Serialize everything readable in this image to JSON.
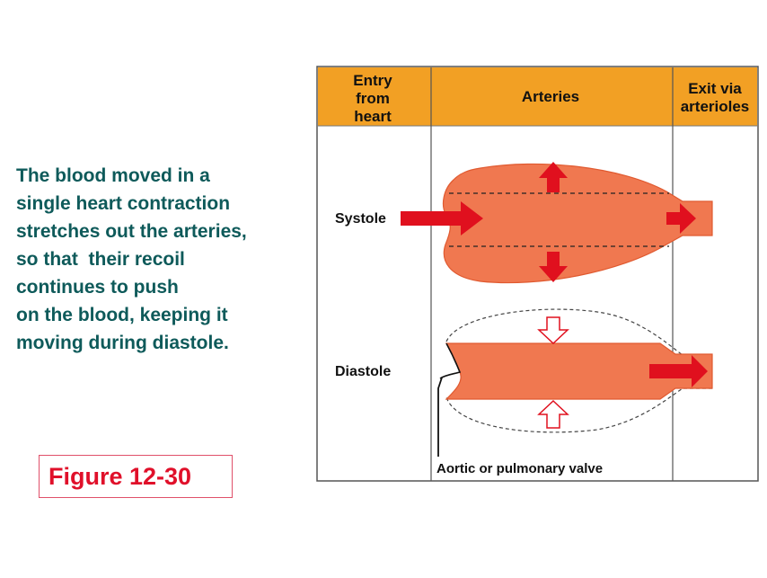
{
  "caption": {
    "lines": [
      "The blood moved in a",
      "single heart contraction",
      "stretches out the arteries,",
      "so that  their recoil",
      "continues to push",
      "on the blood, keeping it",
      "moving during diastole."
    ]
  },
  "figure_label": "Figure 12-30",
  "diagram": {
    "header": {
      "entry": [
        "Entry",
        "from",
        "heart"
      ],
      "arteries": "Arteries",
      "exit": [
        "Exit via",
        "arterioles"
      ]
    },
    "systole_label": "Systole",
    "diastole_label": "Diastole",
    "valve_label": "Aortic or pulmonary valve",
    "colors": {
      "header_fill": "#f2a024",
      "vessel_fill": "#f07850",
      "arrow_red": "#e0101e",
      "border": "#555555"
    }
  }
}
